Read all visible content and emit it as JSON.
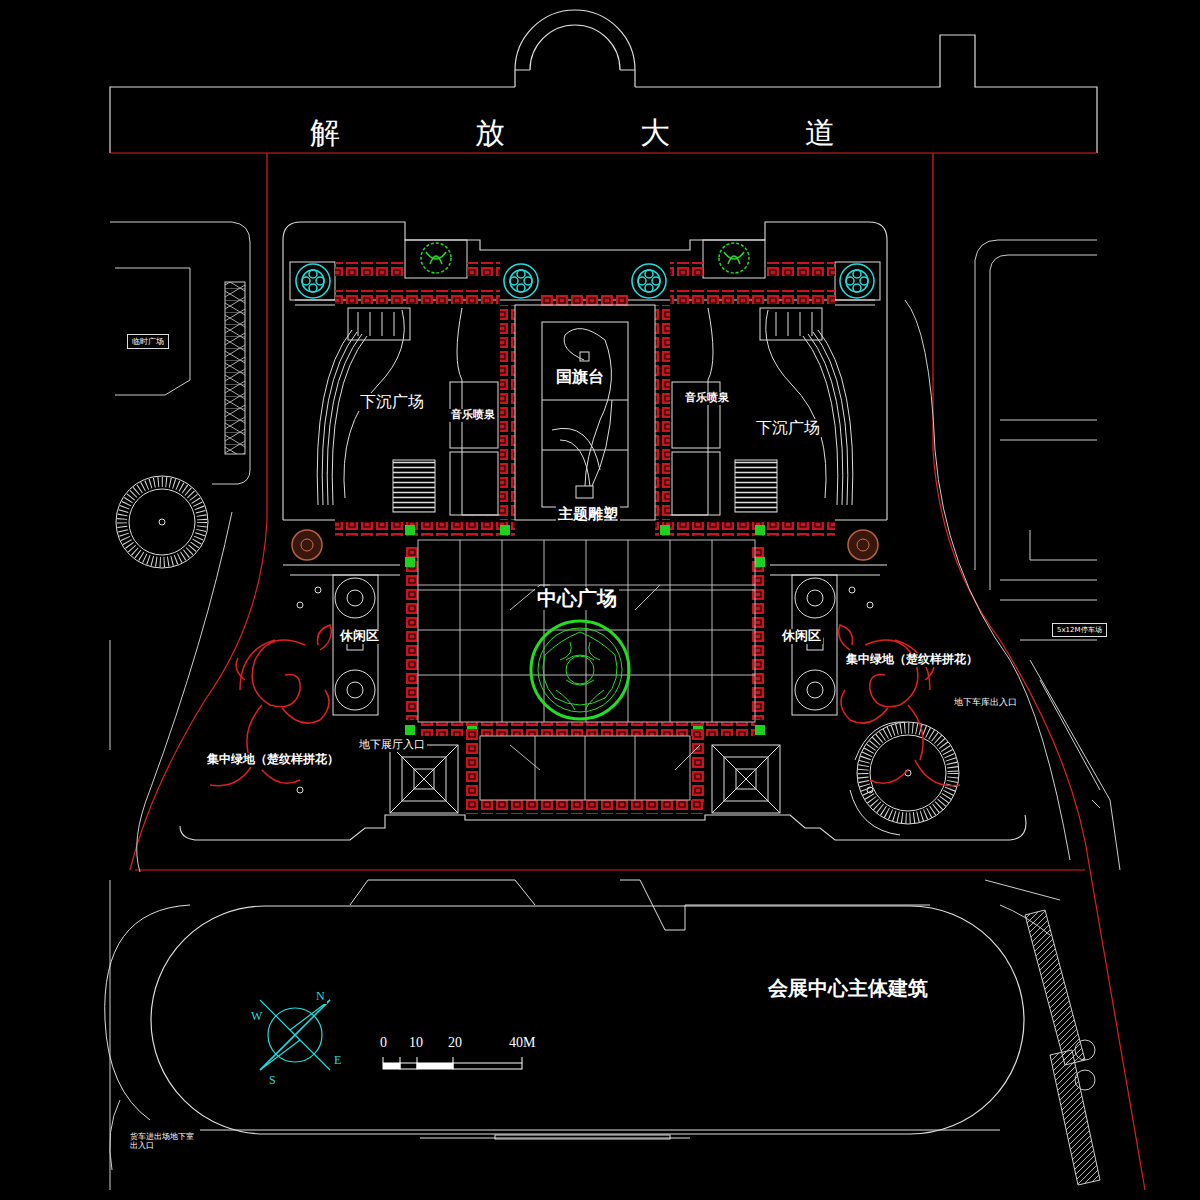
{
  "diagram": {
    "nodes": [
      {
        "text": [
          "临时广场"
        ]
      },
      {
        "text": [
          "5x12M停车场"
        ]
      },
      {
        "text": [
          "会展中心主体建筑"
        ]
      }
    ],
    "labels": [
      "解放大道",
      "国旗台",
      "下沉广场",
      "音乐喷泉",
      "音乐喷泉",
      "下沉广场",
      "主题雕塑",
      "中心广场",
      "休闲区",
      "休闲区",
      "集中绿地（楚纹样拼花）",
      "集中绿地（楚纹样拼花）",
      "地下展厅入口",
      "地下车库出入口",
      "N",
      "W",
      "E",
      "S",
      "0",
      "10",
      "20",
      "40M",
      "货车进出场地下室出入口"
    ]
  }
}
